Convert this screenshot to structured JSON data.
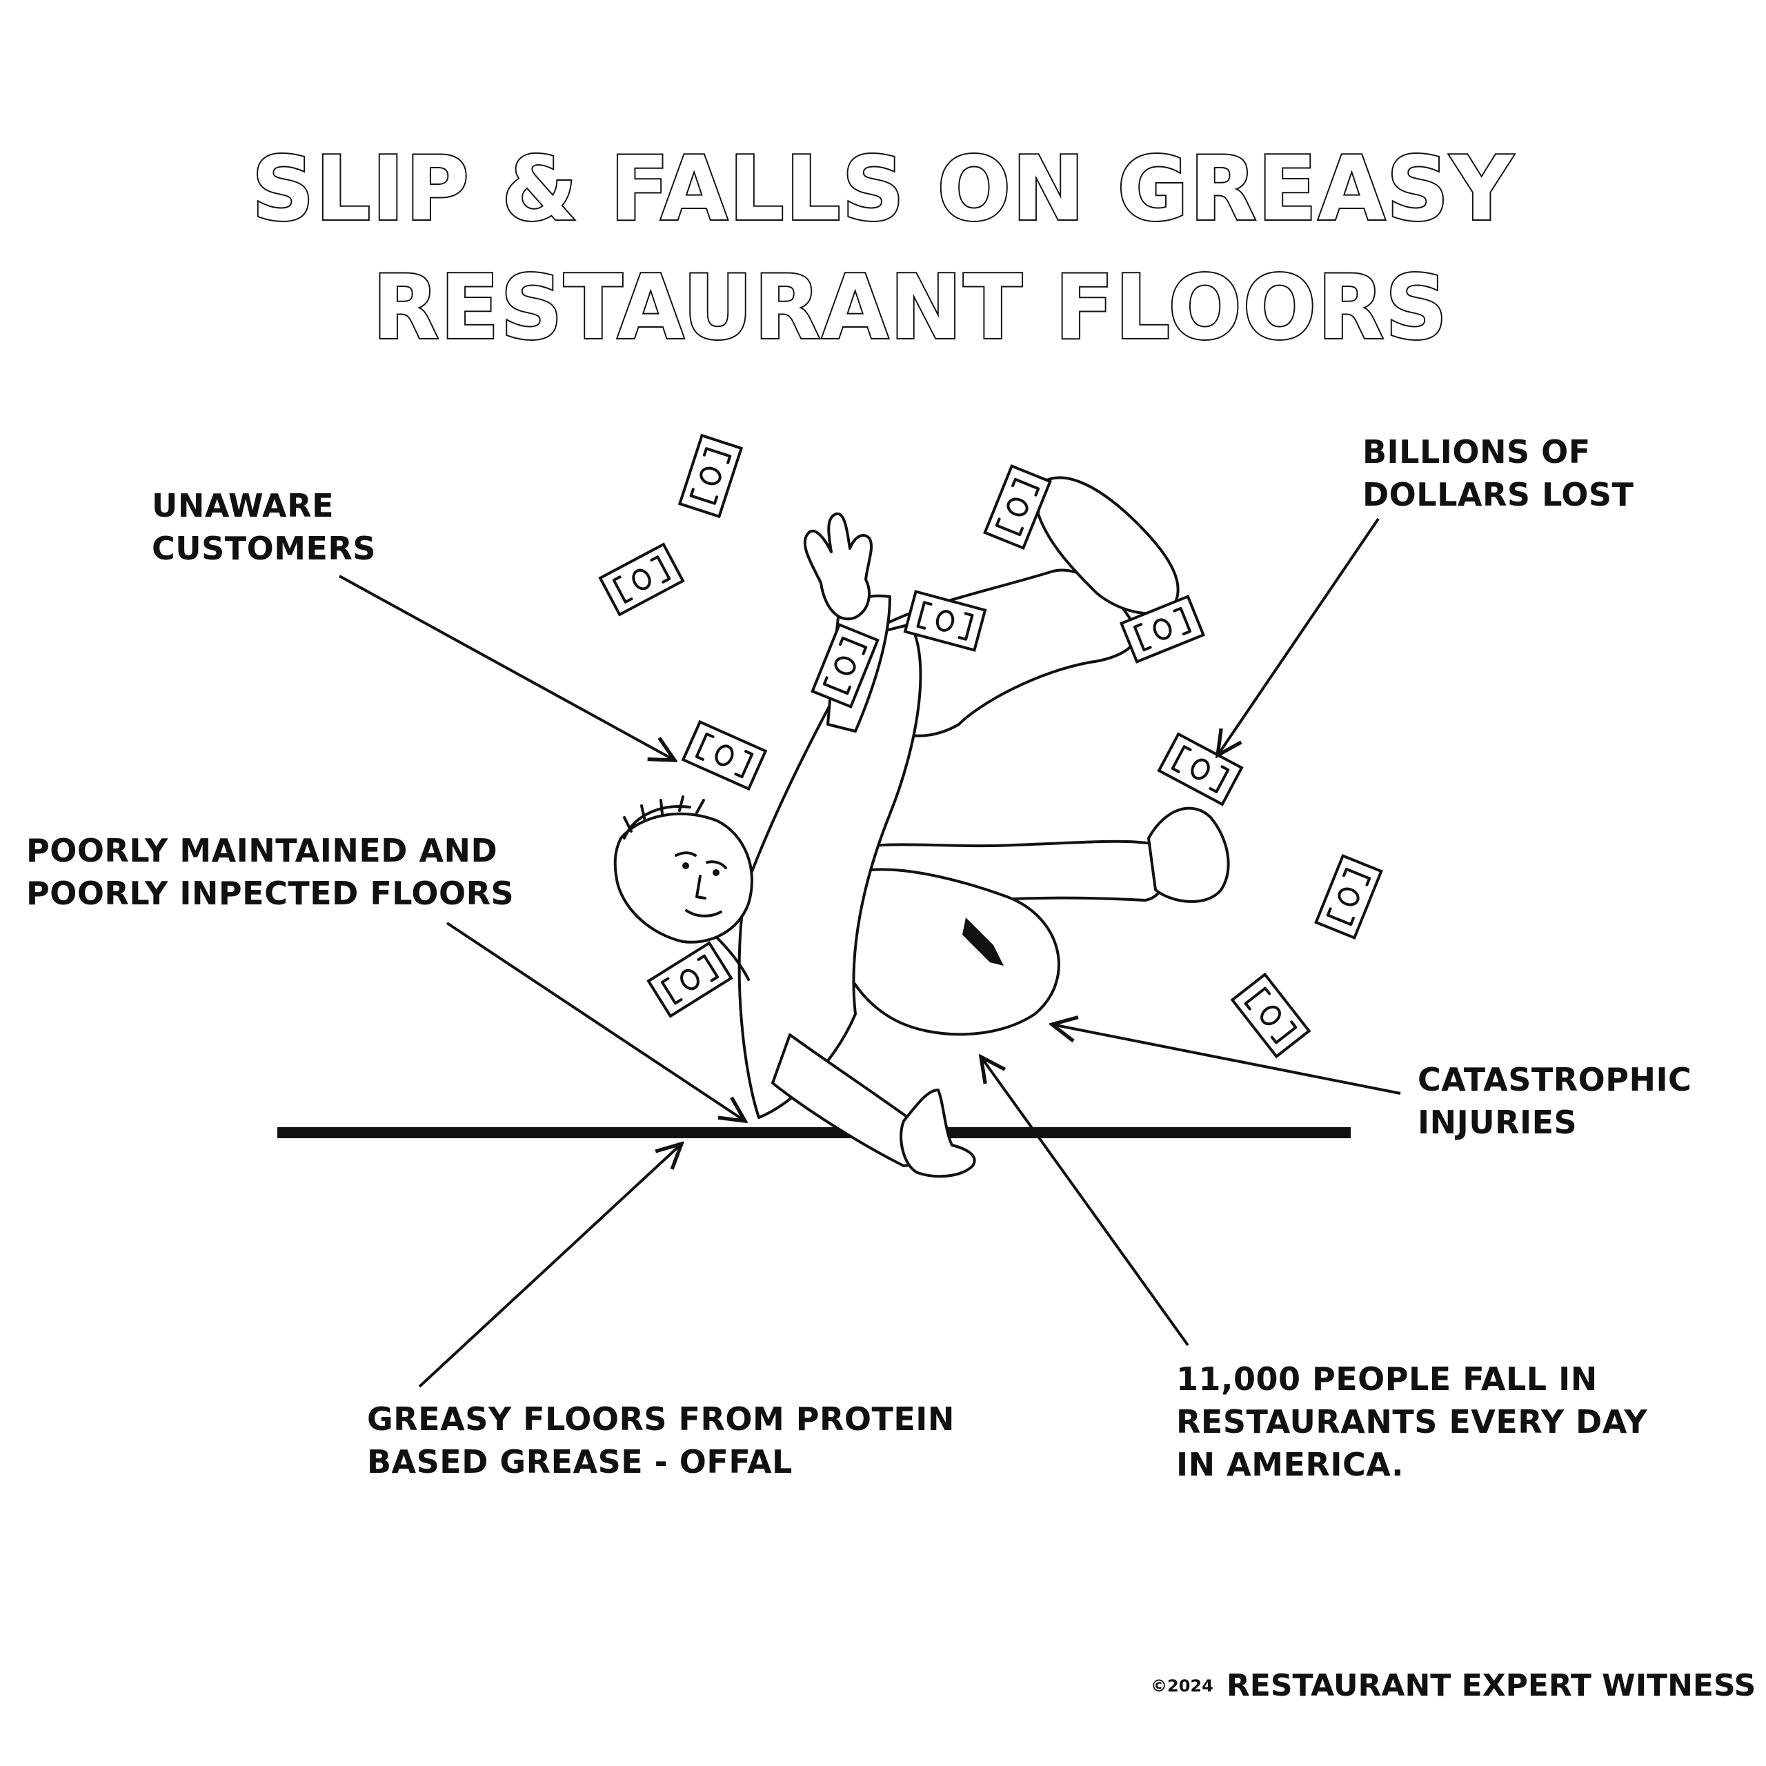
{
  "title": {
    "line1": "SLIP & FALLS ON GREASY",
    "line2": "RESTAURANT FLOORS"
  },
  "callouts": {
    "unaware_customers": [
      "UNAWARE",
      "CUSTOMERS"
    ],
    "billions_lost": [
      "BILLIONS OF",
      "DOLLARS LOST"
    ],
    "poorly_maintained": [
      "POORLY MAINTAINED AND",
      "POORLY INPECTED FLOORS"
    ],
    "catastrophic_injuries": [
      "CATASTROPHIC",
      "INJURIES"
    ],
    "greasy_floors": [
      "GREASY FLOORS FROM PROTEIN",
      "BASED GREASE - OFFAL"
    ],
    "falls_per_day": [
      "11,000 PEOPLE FALL IN",
      "RESTAURANTS EVERY DAY",
      "IN AMERICA."
    ]
  },
  "footer": {
    "copyright": "©2024",
    "brand": "RESTAURANT EXPERT WITNESS"
  },
  "illustration": {
    "subject": "man-slipping-and-falling-with-dollar-bills",
    "ink_color": "#111111",
    "background_color": "#ffffff"
  }
}
